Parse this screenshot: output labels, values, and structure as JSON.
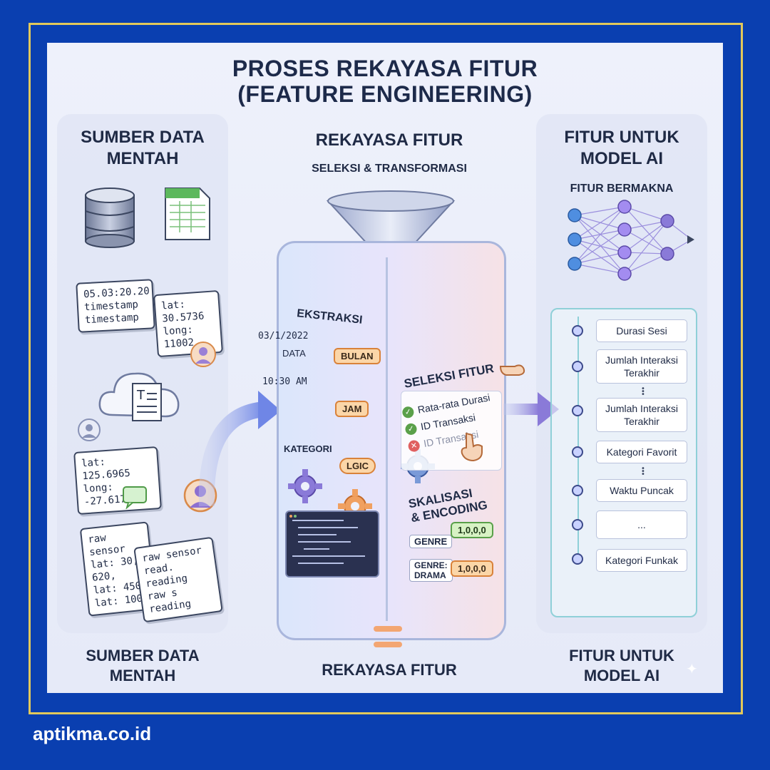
{
  "title": {
    "line1": "PROSES REKAYASA FITUR",
    "line2": "(FEATURE ENGINEERING)"
  },
  "left": {
    "title_line1": "SUMBER DATA",
    "title_line2": "MENTAH",
    "card1": [
      "05.03:20.20",
      "timestamp",
      "timestamp"
    ],
    "card2": [
      "lat: 30.5736",
      "long: 11002"
    ],
    "card3": [
      "lat: 125.6965",
      "long: -27.6177"
    ],
    "card4": [
      "raw sensor",
      "lat: 30, 620,",
      "lat: 450",
      "lat: 100"
    ],
    "card5": [
      "raw sensor",
      "read. reading",
      "raw s reading"
    ],
    "bottom_line1": "SUMBER DATA",
    "bottom_line2": "MENTAH"
  },
  "center": {
    "title": "REKAYASA FITUR",
    "subtitle": "SELEKSI & TRANSFORMASI",
    "ekstraksi": "EKSTRAKSI",
    "date_value": "03/1/2022",
    "data_label": "DATA",
    "bulan": "BULAN",
    "time_value": "10:30 AM",
    "jam": "JAM",
    "kategori": "KATEGORI",
    "logic": "LGIC",
    "seleksi": "SELEKSI FITUR",
    "sel_items": [
      "Rata-rata Durasi",
      "ID Transaksi",
      "ID Transaksi"
    ],
    "skalisasi_line1": "SKALISASI",
    "skalisasi_line2": "& ENCODING",
    "genre": "GENRE",
    "genre_value": "1,0,0,0",
    "genre_drama_line1": "GENRE:",
    "genre_drama_line2": "DRAMA",
    "genre_drama_value": "1,0,0,0",
    "bottom": "REKAYASA FITUR"
  },
  "right": {
    "title_line1": "FITUR UNTUK",
    "title_line2": "MODEL AI",
    "subtitle": "FITUR BERMAKNA",
    "features": [
      {
        "line1": "Durasi Sesi",
        "line2": ""
      },
      {
        "line1": "Jumlah Interaksi",
        "line2": "Terakhir"
      },
      {
        "line1": "Jumlah Interaksi",
        "line2": "Terakhir"
      },
      {
        "line1": "Kategori Favorit",
        "line2": ""
      },
      {
        "line1": "Waktu Puncak",
        "line2": ""
      },
      {
        "line1": "...",
        "line2": ""
      },
      {
        "line1": "Kategori Funkak",
        "line2": ""
      }
    ],
    "bottom_line1": "FITUR UNTUK",
    "bottom_line2": "MODEL AI"
  },
  "footer": "aptikma.co.id",
  "colors": {
    "background": "#0a3fb0",
    "frame": "#e2c85a",
    "canvas": "#eef1fb",
    "text": "#1f2a45",
    "orange": "#d9823a",
    "green": "#5aa04a",
    "node": "#9b8cf0"
  }
}
